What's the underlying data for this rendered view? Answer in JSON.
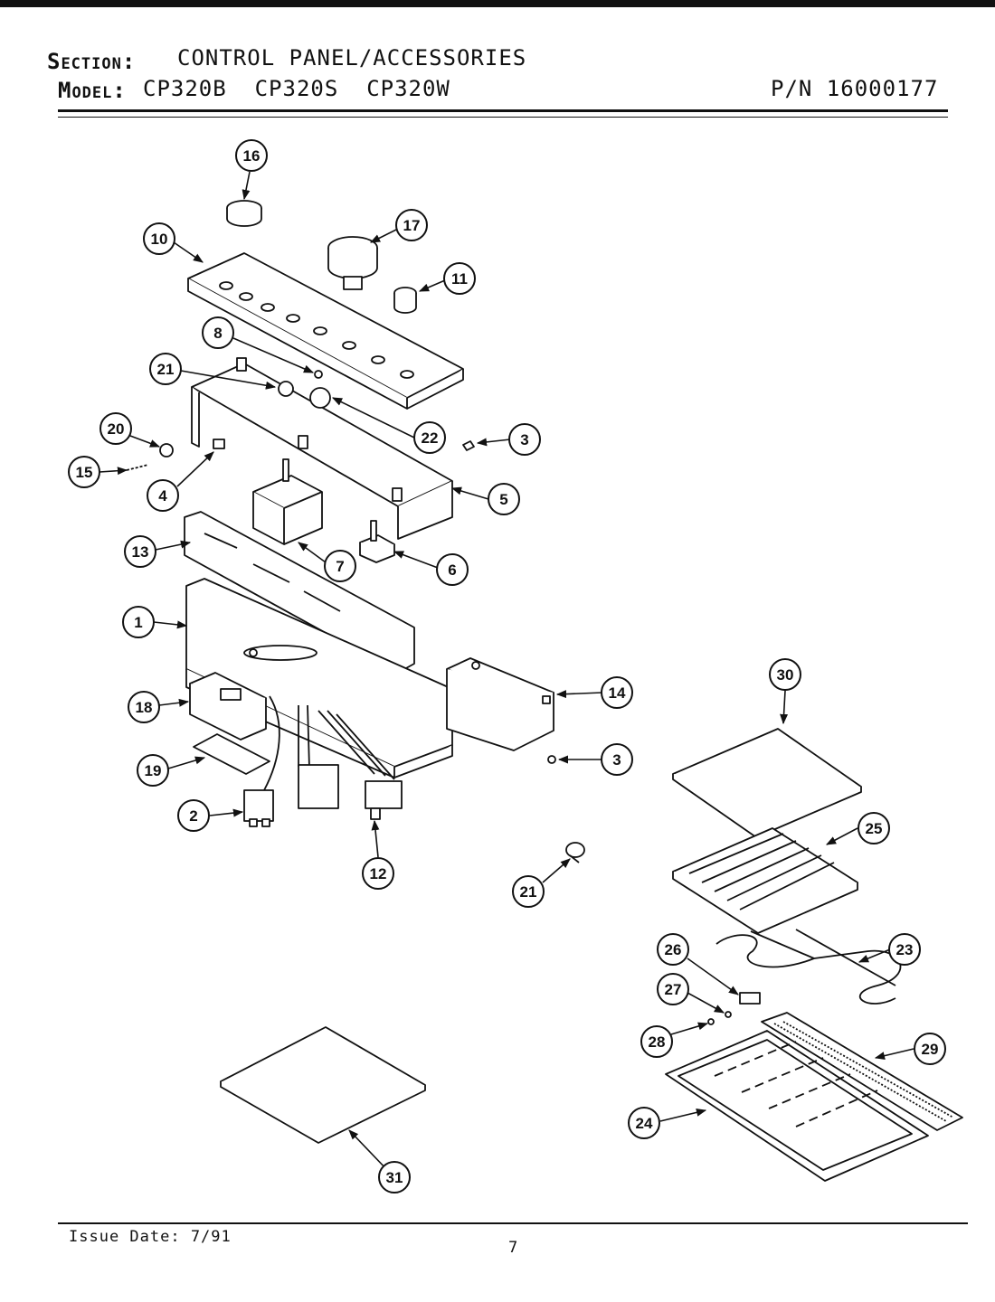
{
  "header": {
    "section_label": "Section:",
    "section_value": "CONTROL PANEL/ACCESSORIES",
    "model_label": "Model:",
    "model_value": "CP320B  CP320S  CP320W",
    "part_number": "P/N 16000177"
  },
  "callouts": [
    {
      "id": "16"
    },
    {
      "id": "17"
    },
    {
      "id": "10"
    },
    {
      "id": "11"
    },
    {
      "id": "8"
    },
    {
      "id": "21"
    },
    {
      "id": "22"
    },
    {
      "id": "20"
    },
    {
      "id": "3"
    },
    {
      "id": "15"
    },
    {
      "id": "4"
    },
    {
      "id": "5"
    },
    {
      "id": "13"
    },
    {
      "id": "7"
    },
    {
      "id": "6"
    },
    {
      "id": "1"
    },
    {
      "id": "14"
    },
    {
      "id": "18"
    },
    {
      "id": "3"
    },
    {
      "id": "19"
    },
    {
      "id": "2"
    },
    {
      "id": "12"
    },
    {
      "id": "21"
    },
    {
      "id": "30"
    },
    {
      "id": "25"
    },
    {
      "id": "23"
    },
    {
      "id": "26"
    },
    {
      "id": "27"
    },
    {
      "id": "28"
    },
    {
      "id": "29"
    },
    {
      "id": "24"
    },
    {
      "id": "31"
    }
  ],
  "footer": {
    "issue_date": "Issue Date: 7/91",
    "page_number": "7"
  }
}
